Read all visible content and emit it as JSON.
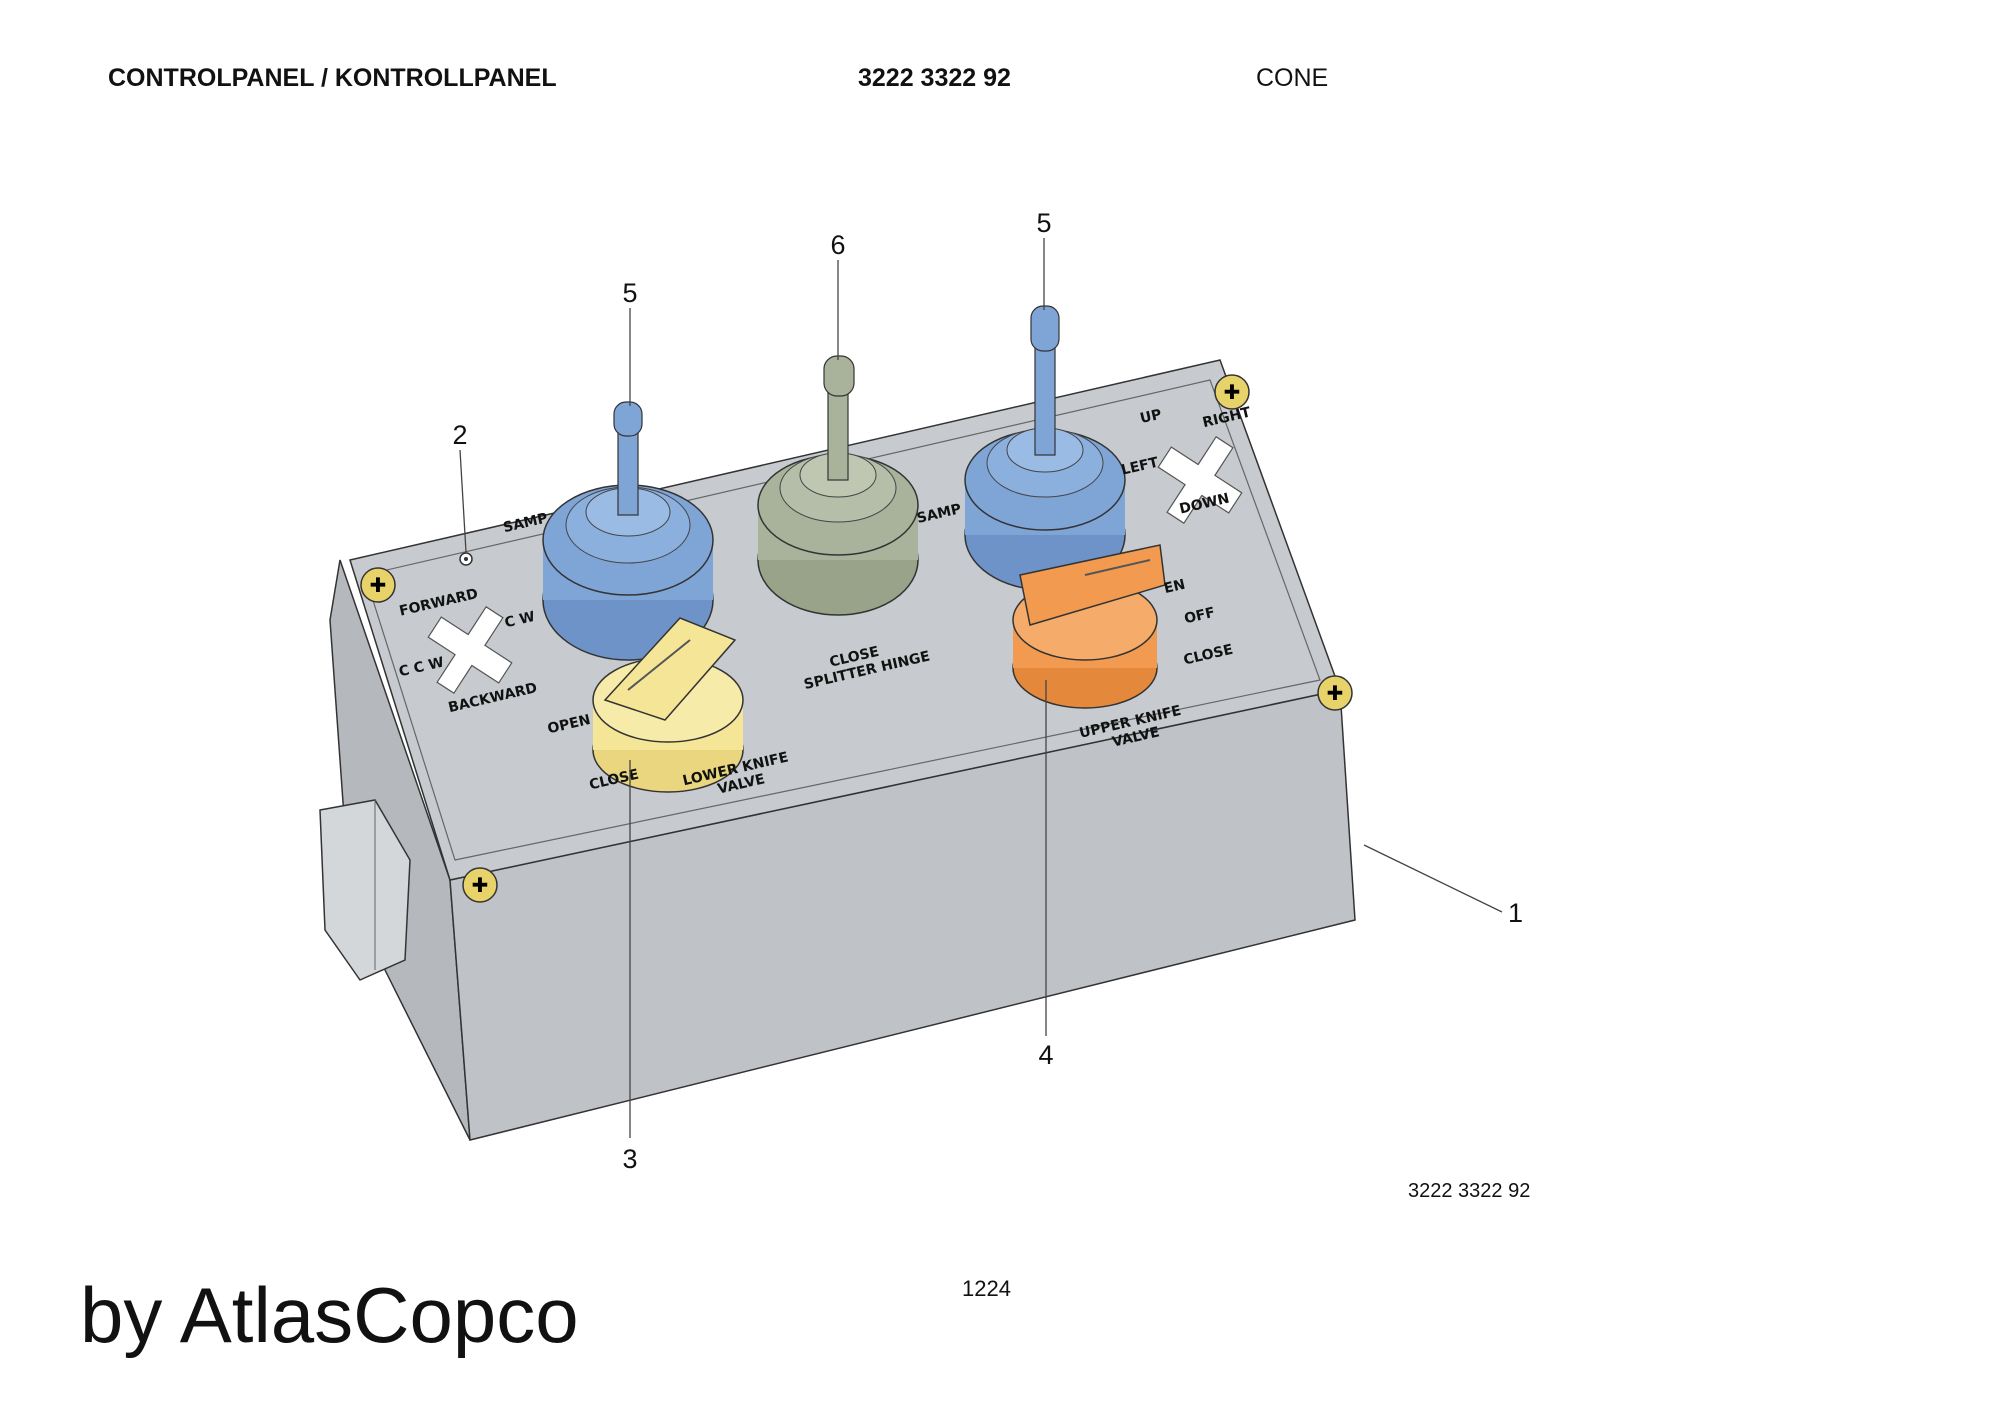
{
  "header": {
    "title": "CONTROLPANEL / KONTROLLPANEL",
    "part_number": "3222 3322 92",
    "series": "CONE"
  },
  "panel_labels": {
    "forward": "FORWARD",
    "backward": "BACKWARD",
    "ccw": "C C W",
    "cw": "C W",
    "open_lower": "OPEN",
    "close_lower": "CLOSE",
    "lower_knife_1": "LOWER KNIFE",
    "lower_knife_2": "VALVE",
    "close_splitter": "CLOSE",
    "splitter_hinge": "SPLITTER HINGE",
    "samp_left": "SAMP",
    "samp_right": "SAMP",
    "up": "UP",
    "down": "DOWN",
    "left": "LEFT",
    "right": "RIGHT",
    "open_upper": "EN",
    "off_upper": "OFF",
    "close_upper": "CLOSE",
    "upper_knife_1": "UPPER KNIFE",
    "upper_knife_2": "VALVE"
  },
  "callouts": {
    "c1": "1",
    "c2": "2",
    "c3": "3",
    "c4": "4",
    "c5a": "5",
    "c5b": "5",
    "c6": "6"
  },
  "colors": {
    "box": "#c4c8cc",
    "joystick_blue": "#7fa4d6",
    "joystick_green": "#a9b39b",
    "knob_yellow": "#f5e597",
    "knob_orange": "#f29a50",
    "screw": "#e8d36a"
  },
  "drawing_number": "3222 3322 92",
  "page_number": "1224",
  "brand": "by AtlasCopco"
}
